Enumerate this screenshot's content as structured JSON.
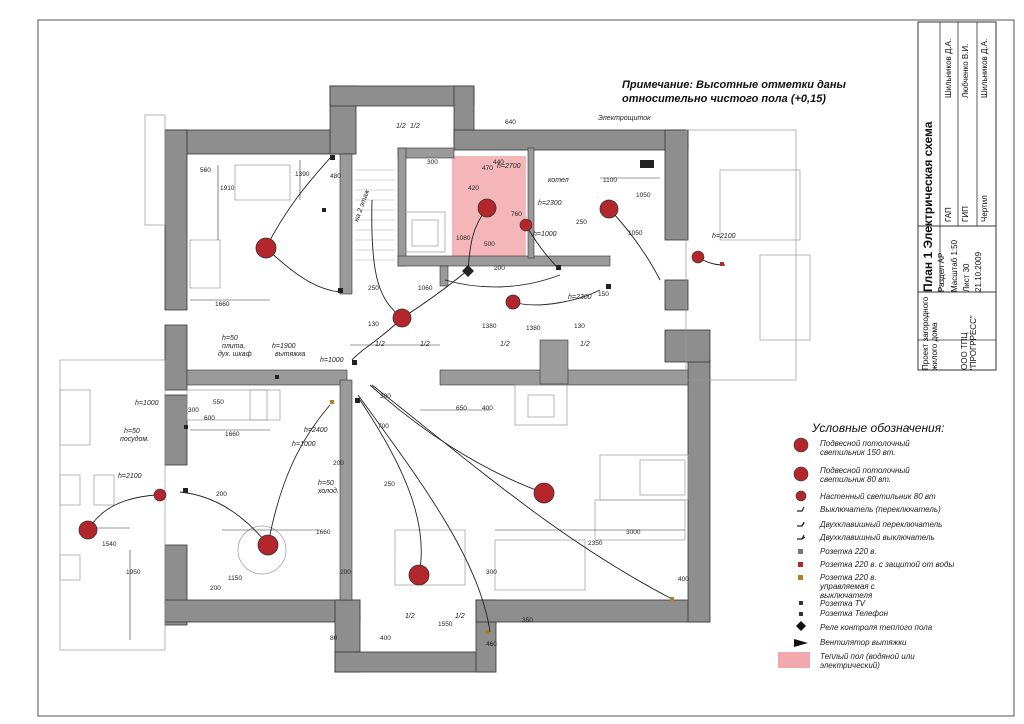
{
  "note": {
    "line1": "Примечание: Высотные отметки даны",
    "line2": "относительно чистого пола (+0,15)"
  },
  "labels": {
    "shield": "Электрощиток",
    "kotel": "котел",
    "h2700": "h=2700",
    "h2300a": "h=2300",
    "h2300b": "h=2300",
    "h1000a": "h=1000",
    "h2100a": "h=2100",
    "h2100b": "h=2100",
    "h1000b": "h=1000",
    "h2400": "h=2400",
    "h1000c": "h=1000",
    "h50a": "h=50",
    "h50a_2": "плита,",
    "h50a_3": "дух. шкаф",
    "h1900": "h=1900",
    "h1900_2": "вытяжка",
    "h1000d": "h=1000",
    "h50b": "h=50",
    "h50b_2": "посудом.",
    "h50c": "h=50",
    "h50c_2": "холод.",
    "stair": "на 2 этаж",
    "frac1": "1/2",
    "frac2": "1/2",
    "frac3": "1/2",
    "frac4": "1/2",
    "frac5": "1/2",
    "frac6": "1/2",
    "frac7": "1/2",
    "frac8": "1/2"
  },
  "dims": [
    "560",
    "1910",
    "1390",
    "480",
    "1660",
    "640",
    "300",
    "470",
    "440",
    "420",
    "1100",
    "1050",
    "1080",
    "500",
    "200",
    "760",
    "250",
    "1050",
    "130",
    "250",
    "1060",
    "1380",
    "150",
    "1380",
    "130",
    "650",
    "400",
    "300",
    "550",
    "600",
    "1660",
    "700",
    "300",
    "200",
    "250",
    "1660",
    "2350",
    "3000",
    "400",
    "1540",
    "1950",
    "1150",
    "200",
    "200",
    "300",
    "1550",
    "400",
    "460",
    "200",
    "350",
    "80"
  ],
  "title_block": {
    "project": "Проект загородного жилого дома",
    "org": "ООО ТПЦ \"ПРОГРРЕСС\"",
    "title": "План 1 Электрическая схема",
    "section": "Раздел АР",
    "scale": "Масштаб 1:50",
    "sheet": "Лист 30",
    "date": "21.10.2009",
    "role1": "ГАП",
    "role2": "ГИП",
    "role3": "Чертил",
    "name1": "Шильников Д.А.",
    "name2": "Любченко В.И.",
    "name3": "Шильников Д.А."
  },
  "legend": {
    "title": "Условные обозначения:",
    "items": [
      "Подвесной потолочный светильник 150 вт.",
      "Подвесной потолочный светильник 80 вт.",
      "Настенный светильник 80 вт",
      "Выключатель (переключатель)",
      "Двухклавишный переключатель",
      "Двухклавишный выключатель",
      "Розетка 220 в.",
      "Розетка 220 в. с защитой от воды",
      "Розетка 220 в. управляемая с выключателя",
      "Розетка TV",
      "Розетка Телефон",
      "Реле контроля теплого пола",
      "Вентилятор вытяжки",
      "Теплый пол (водяной или электрический)"
    ]
  },
  "colors": {
    "wall": "#8e8e8e",
    "lamp": "#b3262b",
    "heated_floor": "#f2a9ad",
    "line": "#222222"
  }
}
